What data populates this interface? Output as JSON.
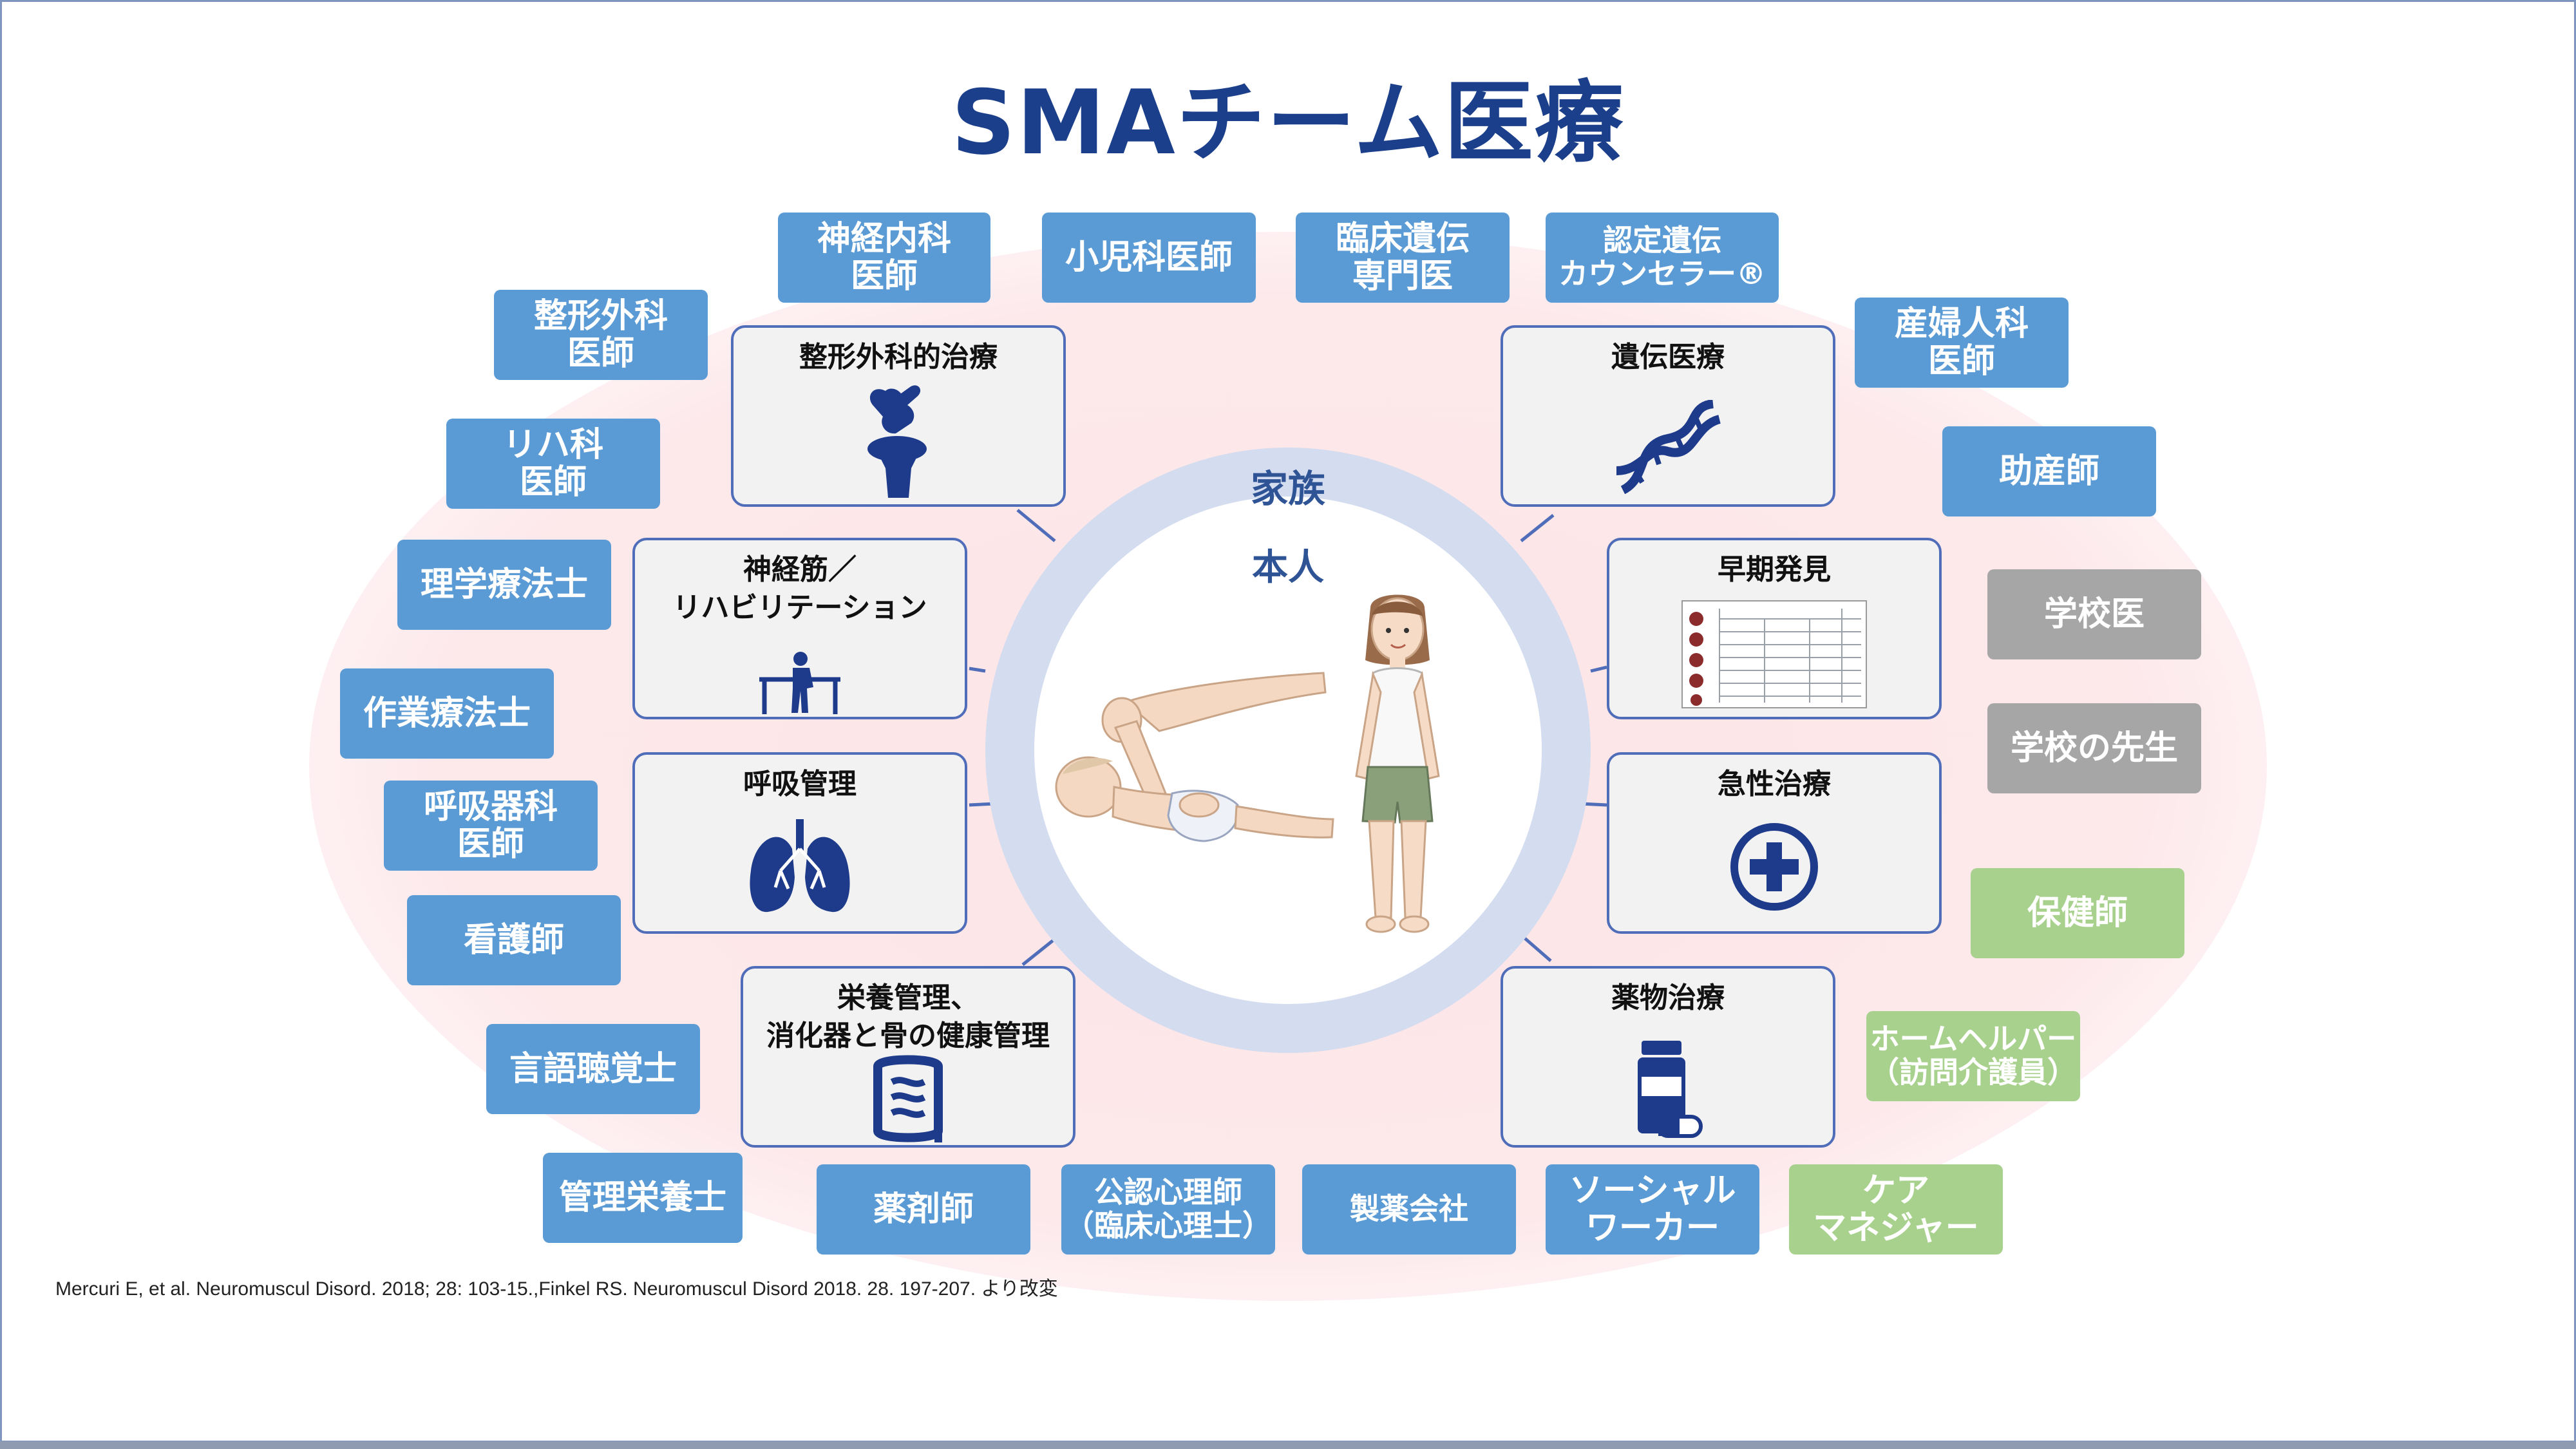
{
  "title": "SMAチーム医療",
  "center": {
    "family": "家族",
    "self": "本人"
  },
  "care_areas": {
    "orthopedic": "整形外科的治療",
    "neuromuscular_rehab": "神経筋／\nリハビリテーション",
    "respiratory": "呼吸管理",
    "nutrition": "栄養管理、\n消化器と骨の健康管理",
    "genetic": "遺伝医療",
    "early_detection": "早期発見",
    "acute": "急性治療",
    "drug": "薬物治療"
  },
  "roles": {
    "neurology": "神経内科\n医師",
    "pediatrics": "小児科医師",
    "clinical_genetics": "臨床遺伝\n専門医",
    "genetic_counselor": "認定遺伝\nカウンセラー®",
    "orthopedics": "整形外科\n医師",
    "rehab_doctor": "リハ科\n医師",
    "physical_therapist": "理学療法士",
    "occupational_therapist": "作業療法士",
    "respiratory_doctor": "呼吸器科\n医師",
    "nurse": "看護師",
    "speech_therapist": "言語聴覚士",
    "dietitian": "管理栄養士",
    "pharmacist": "薬剤師",
    "psychologist": "公認心理師\n（臨床心理士）",
    "pharma_company": "製薬会社",
    "social_worker": "ソーシャル\nワーカー",
    "care_manager": "ケア\nマネジャー",
    "obgyn": "産婦人科\n医師",
    "midwife": "助産師",
    "school_doctor": "学校医",
    "school_teacher": "学校の先生",
    "public_health_nurse": "保健師",
    "home_helper": "ホームヘルパー\n（訪問介護員）"
  },
  "citation": "Mercuri E, et al. Neuromuscul Disord. 2018; 28: 103-15.,Finkel RS. Neuromuscul Disord 2018. 28. 197-207. より改変",
  "colors": {
    "title": "#1b3f8b",
    "role_blue": "#5b9bd5",
    "role_gray": "#a6a6a6",
    "role_green": "#a9d18e",
    "card_border": "#4f6db8",
    "icon_navy": "#1e3a8a",
    "ring": "#d4dcf0",
    "background_glow": "#fbd5d9"
  }
}
